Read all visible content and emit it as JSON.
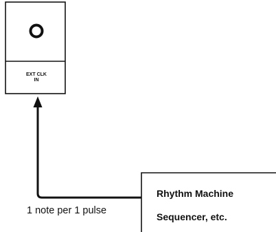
{
  "jack_panel": {
    "label_line1": "EXT CLK",
    "label_line2": "IN"
  },
  "connection": {
    "label": "1 note per 1 pulse"
  },
  "source_box": {
    "line1": "Rhythm Machine",
    "line2": "Sequencer, etc."
  },
  "colors": {
    "ink": "#111111",
    "background": "#ffffff"
  }
}
